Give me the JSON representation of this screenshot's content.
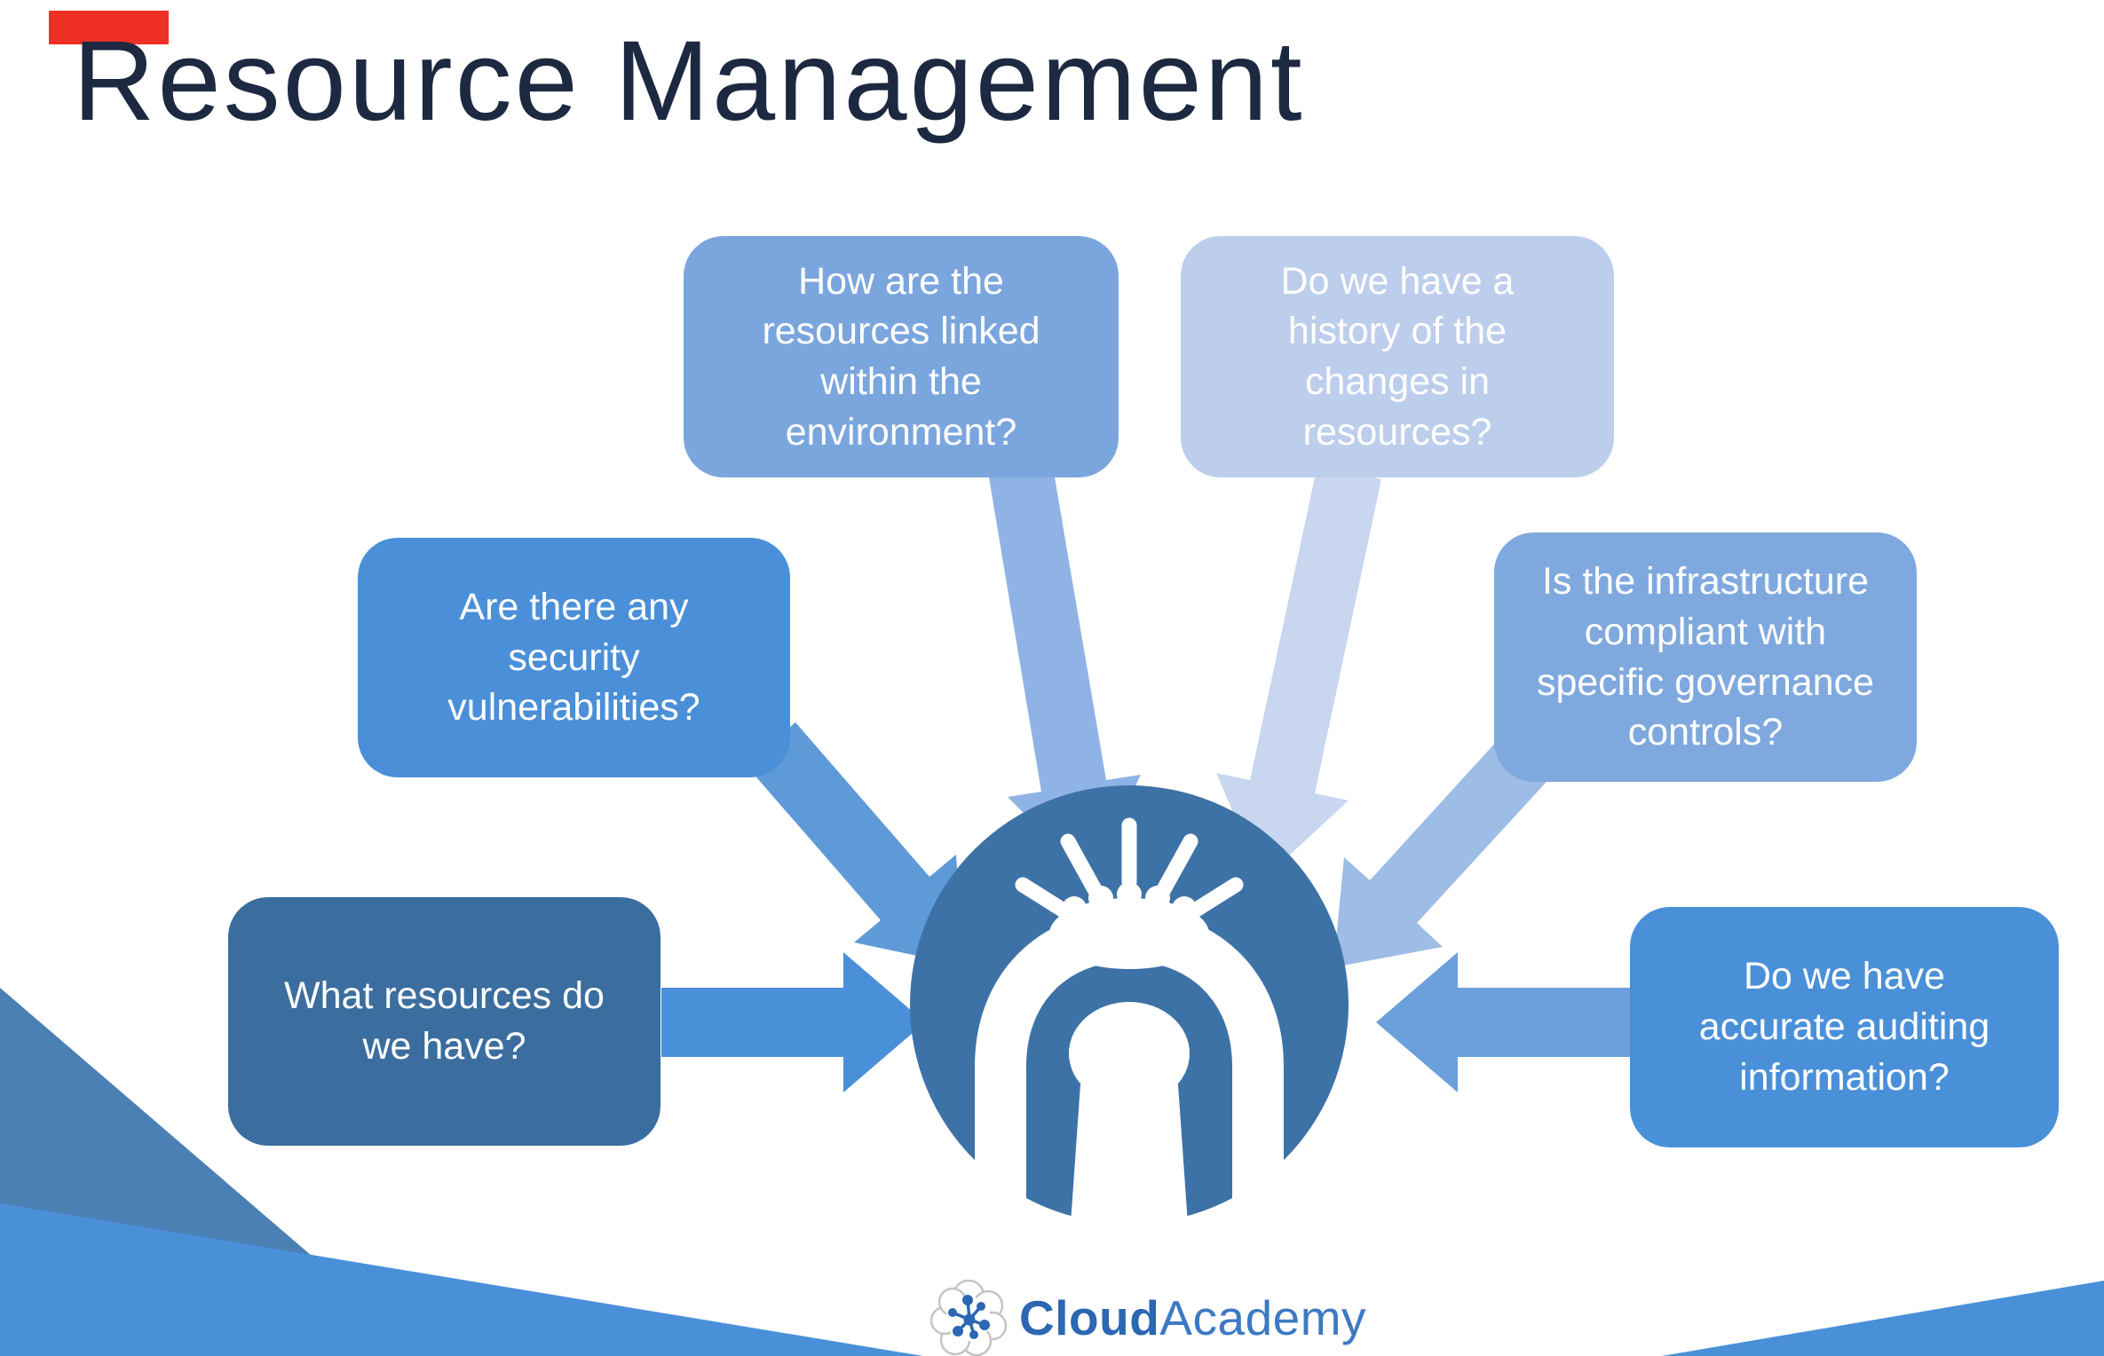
{
  "slide": {
    "title": "Resource Management"
  },
  "palette": {
    "background": "#ffffff",
    "title_color": "#1c2941",
    "marker_red": "#ee3124",
    "center_circle": "#3d72a6",
    "figure_white": "#ffffff",
    "corner_steel_blue": "#4b80b4",
    "corner_bright_blue": "#4a90d9",
    "logo_cloud_color": "#2b67b2",
    "logo_academy_color": "#3d7ac2",
    "logo_cloud_outline": "#c4c4c4"
  },
  "questions": [
    {
      "id": "linked",
      "text": "How are the\nresources linked\nwithin the\nenvironment?",
      "bg": "#7ba6dd",
      "arrow_color": "#8fb3e4"
    },
    {
      "id": "history",
      "text": "Do we have a\nhistory of the\nchanges in\nresources?",
      "bg": "#bdceec",
      "arrow_color": "#c8d6f0"
    },
    {
      "id": "security",
      "text": "Are there any\nsecurity\nvulnerabilities?",
      "bg": "#4a8fd8",
      "arrow_color": "#5f9ad8"
    },
    {
      "id": "governance",
      "text": "Is the infrastructure\ncompliant with\nspecific  governance\ncontrols?",
      "bg": "#7fa9de",
      "arrow_color": "#9dbce6"
    },
    {
      "id": "resources",
      "text": "What resources do\nwe have?",
      "bg": "#3b6d9e",
      "arrow_color": "#4a90d9"
    },
    {
      "id": "auditing",
      "text": "Do we have\naccurate auditing\ninformation?",
      "bg": "#4a90d9",
      "arrow_color": "#6ba0dc"
    }
  ],
  "center_icon": "stressed-person-icon",
  "logo": {
    "part1": "Cloud",
    "part2": "Academy"
  }
}
